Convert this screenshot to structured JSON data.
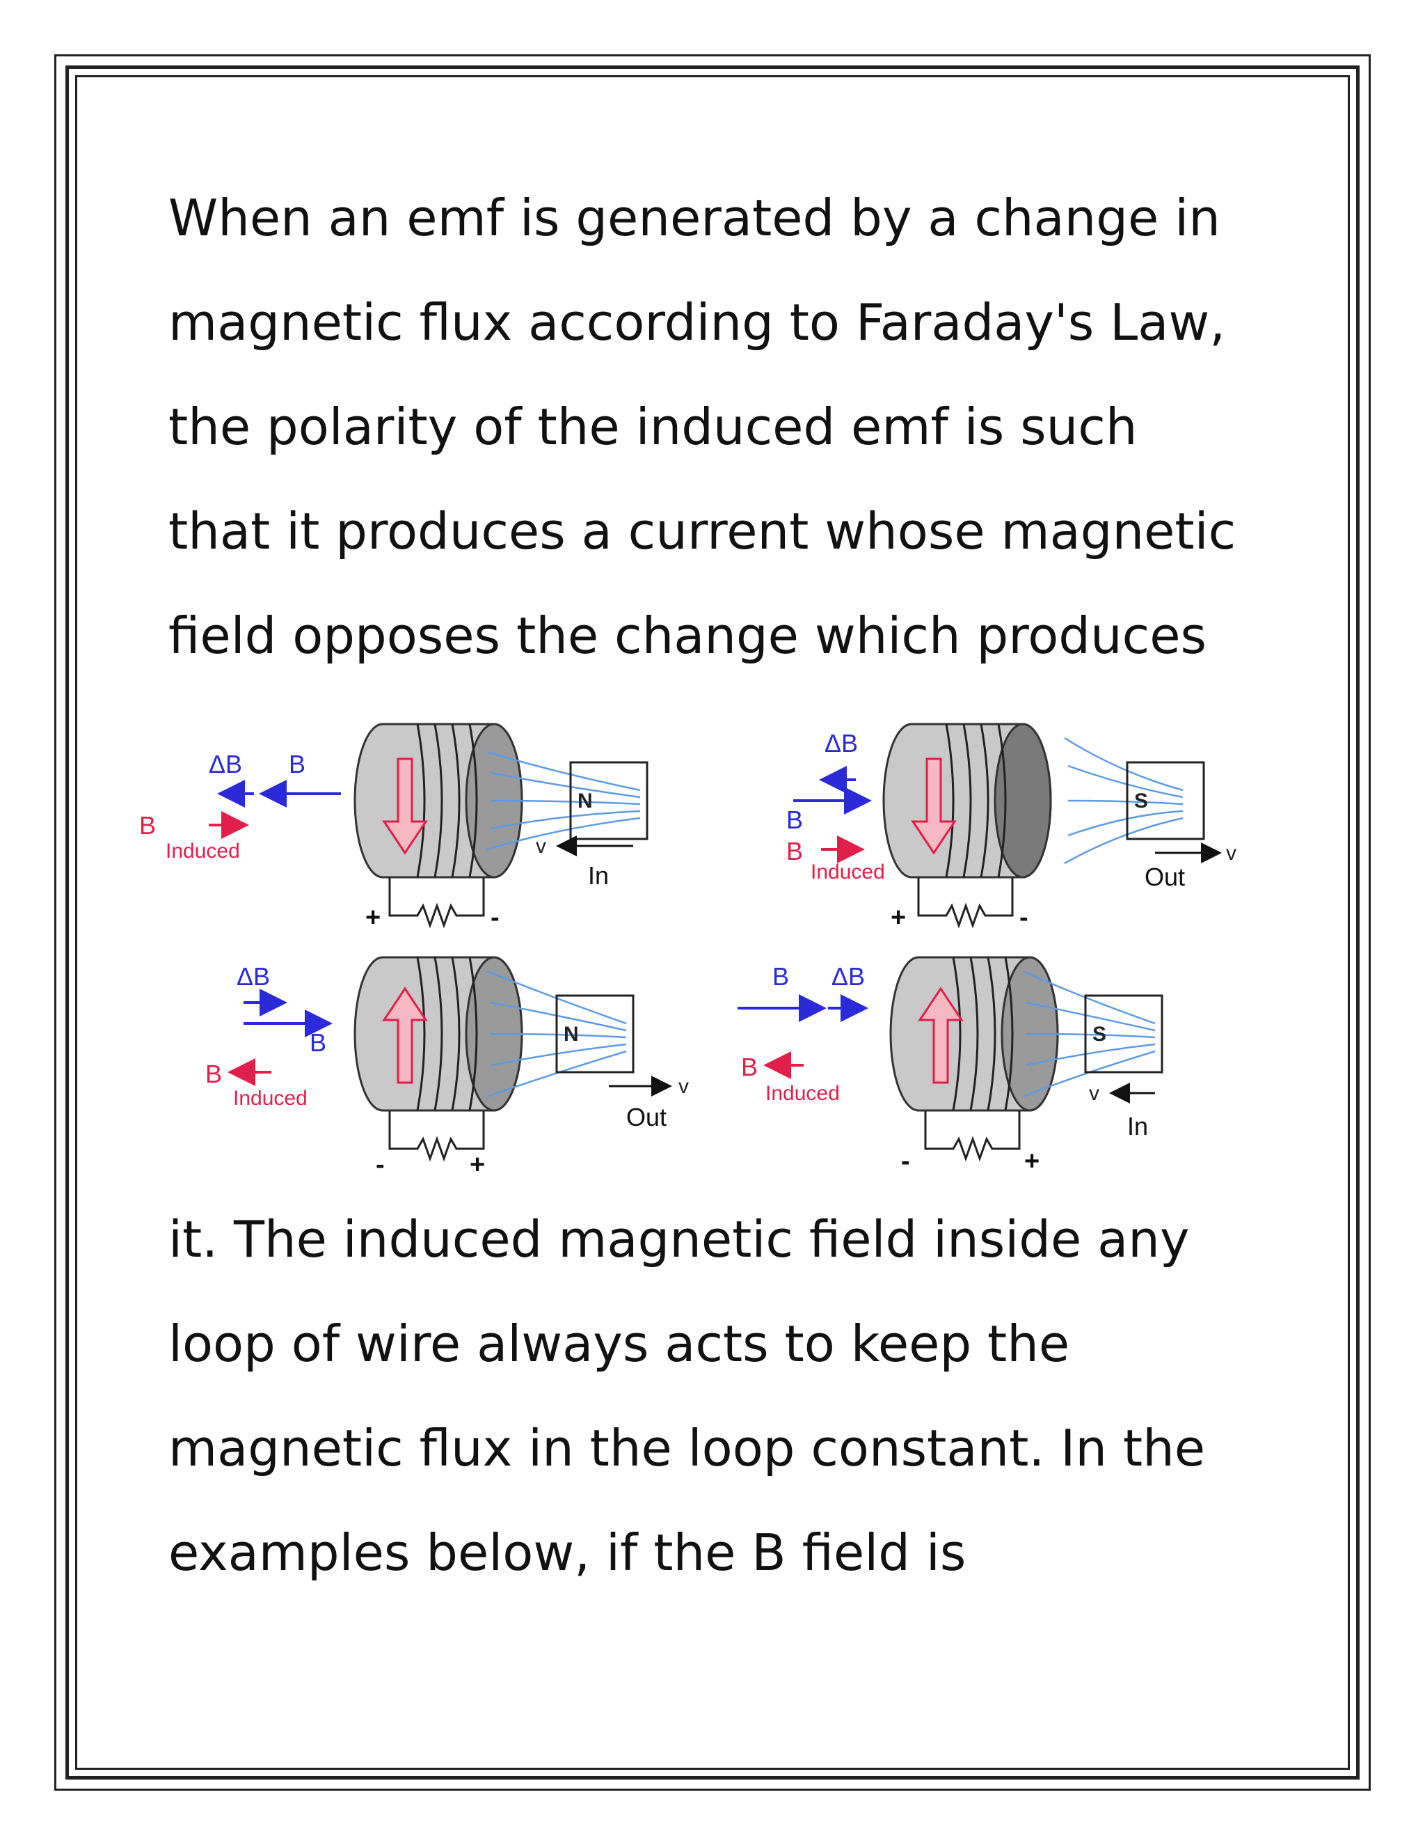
{
  "paragraph_top": [
    "When an emf is generated by a change in",
    "magnetic flux according to Faraday's Law,",
    "the polarity of the induced emf is such",
    "that it produces a current whose magnetic",
    "field opposes the change which produces"
  ],
  "paragraph_bottom": [
    "it. The induced magnetic field inside any",
    "loop of wire always acts to keep the",
    "magnetic flux in the loop constant. In the",
    "examples below, if the B field is"
  ],
  "figure": {
    "panels": [
      {
        "delta_b": "ΔB",
        "b": "B",
        "b_ind": "B",
        "induced": "Induced",
        "pole": "N",
        "motion_word": "In",
        "v": "v",
        "left_sign": "+",
        "right_sign": "-"
      },
      {
        "delta_b": "ΔB",
        "b": "B",
        "b_ind": "B",
        "induced": "Induced",
        "pole": "S",
        "motion_word": "Out",
        "v": "v",
        "left_sign": "+",
        "right_sign": "-"
      },
      {
        "delta_b": "ΔB",
        "b": "B",
        "b_ind": "B",
        "induced": "Induced",
        "pole": "N",
        "motion_word": "Out",
        "v": "v",
        "left_sign": "-",
        "right_sign": "+"
      },
      {
        "delta_b": "ΔB",
        "b": "B",
        "b_ind": "B",
        "induced": "Induced",
        "pole": "S",
        "motion_word": "In",
        "v": "v",
        "left_sign": "-",
        "right_sign": "+"
      }
    ],
    "colors": {
      "applied": "#2a2ad8",
      "induced": "#e0204a",
      "field_lines": "#5b9be8",
      "coil": "#c9c9c9"
    }
  }
}
